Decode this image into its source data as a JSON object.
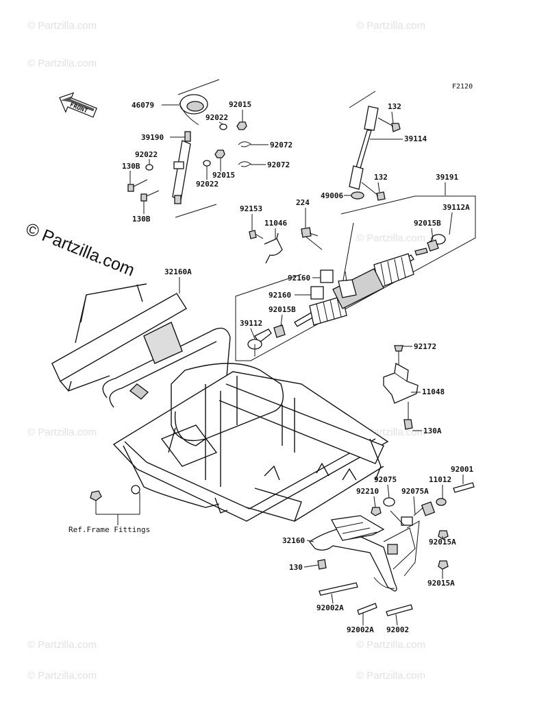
{
  "diagram": {
    "code": "F2120",
    "front_arrow": "FRONT",
    "copyright": "© Partzilla.com",
    "watermark": "© Partzilla.com",
    "ref_note": "Ref.Frame Fittings",
    "labels": {
      "l46079": "46079",
      "l92015a": "92015",
      "l92022a": "92022",
      "l39190": "39190",
      "l92072a": "92072",
      "l92022b": "92022",
      "l130b1": "130B",
      "l92015b": "92015",
      "l92072b": "92072",
      "l92022c": "92022",
      "l130b2": "130B",
      "l132a": "132",
      "l39114": "39114",
      "l132b": "132",
      "l49006": "49006",
      "l39191": "39191",
      "l224": "224",
      "l92153": "92153",
      "l11046": "11046",
      "l39112A": "39112A",
      "l92015B1": "92015B",
      "l92160a": "92160",
      "l92160b": "92160",
      "l92015B2": "92015B",
      "l39112": "39112",
      "l32160A": "32160A",
      "l92172": "92172",
      "l11048": "11048",
      "l130A": "130A",
      "l92001": "92001",
      "l92075": "92075",
      "l11012": "11012",
      "l92210": "92210",
      "l92075A": "92075A",
      "l92015A1": "92015A",
      "l32160": "32160",
      "l130": "130",
      "l92015A2": "92015A",
      "l92002A1": "92002A",
      "l92002A2": "92002A",
      "l92002": "92002"
    }
  }
}
